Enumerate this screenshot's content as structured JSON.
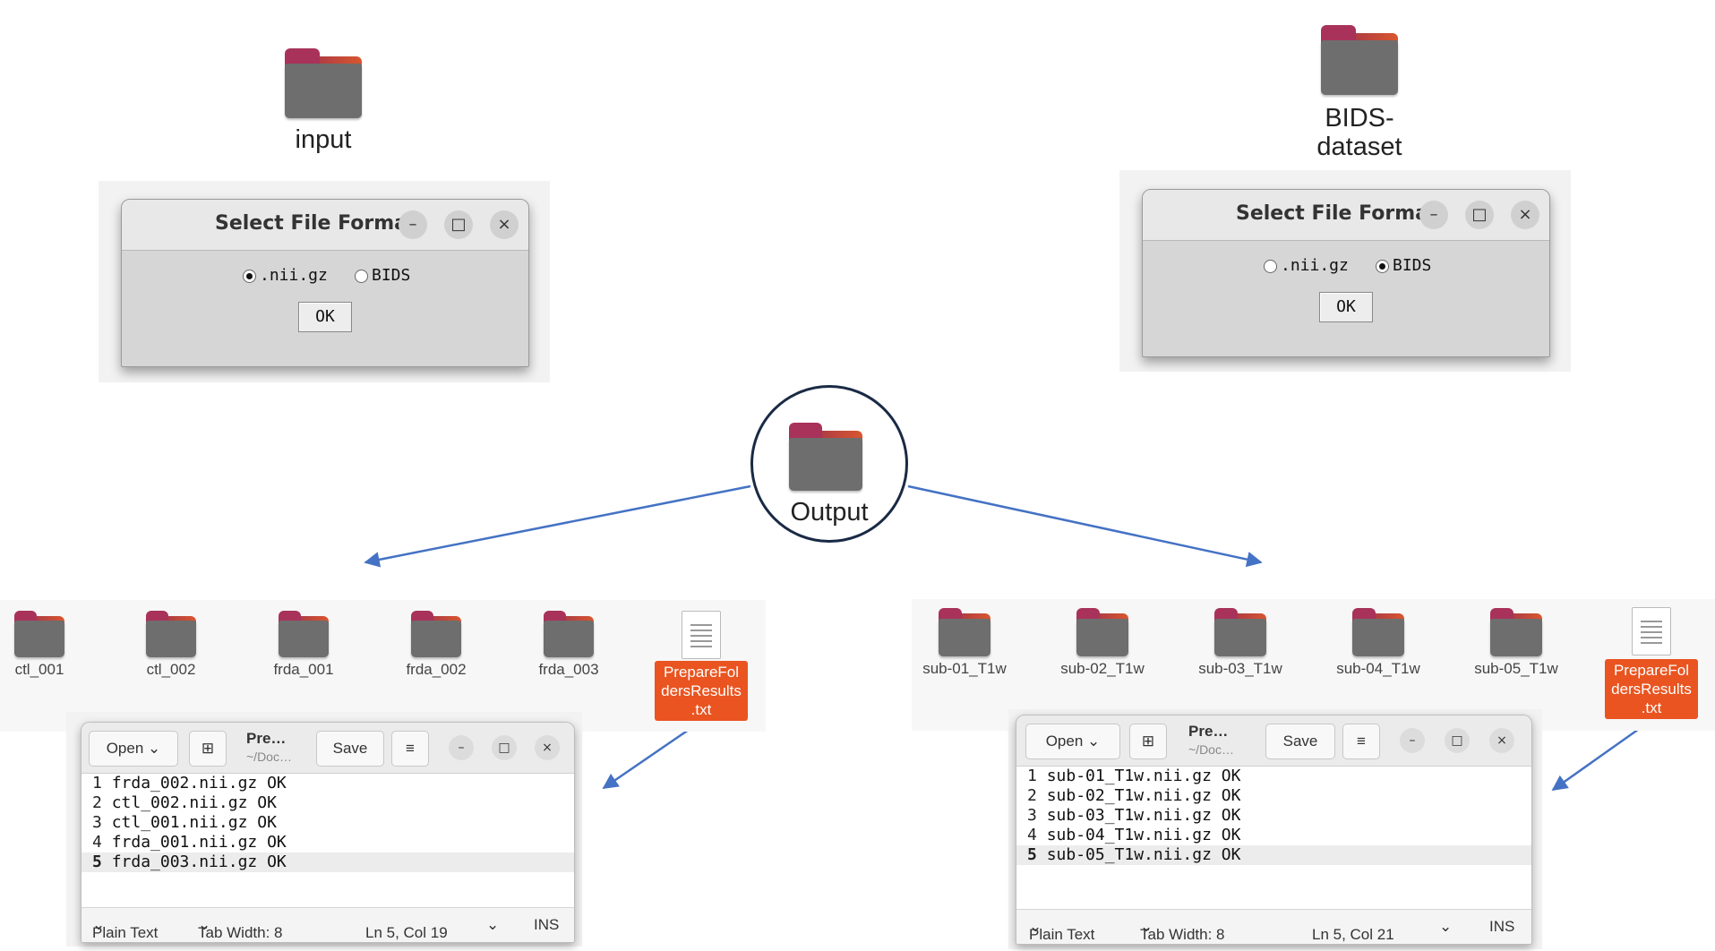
{
  "top_left": {
    "folder_label": "input",
    "dialog": {
      "title": "Select File Format",
      "options": [
        ".nii.gz",
        "BIDS"
      ],
      "selected": ".nii.gz",
      "ok": "OK",
      "minimize": "–",
      "maximize": "□",
      "close": "×"
    }
  },
  "top_right": {
    "folder_label_line1": "BIDS-",
    "folder_label_line2": "dataset",
    "dialog": {
      "title": "Select File Format",
      "options": [
        ".nii.gz",
        "BIDS"
      ],
      "selected": "BIDS",
      "ok": "OK",
      "minimize": "–",
      "maximize": "□",
      "close": "×"
    }
  },
  "center": {
    "label": "Output"
  },
  "left_output": {
    "folders": [
      "ctl_001",
      "ctl_002",
      "frda_001",
      "frda_002",
      "frda_003"
    ],
    "file_label_lines": [
      "PrepareFol",
      "dersResults",
      ".txt"
    ],
    "editor": {
      "open": "Open",
      "title": "Pre…",
      "subtitle": "~/Doc…",
      "save": "Save",
      "lines": [
        "frda_002.nii.gz OK",
        "ctl_002.nii.gz OK",
        "ctl_001.nii.gz OK",
        "frda_001.nii.gz OK",
        "frda_003.nii.gz OK"
      ],
      "current_line": 5,
      "footer": {
        "mode": "Plain Text",
        "tab": "Tab Width: 8",
        "pos": "Ln 5, Col 19",
        "ins": "INS"
      }
    }
  },
  "right_output": {
    "folders": [
      "sub-01_T1w",
      "sub-02_T1w",
      "sub-03_T1w",
      "sub-04_T1w",
      "sub-05_T1w"
    ],
    "file_label_lines": [
      "PrepareFol",
      "dersResults",
      ".txt"
    ],
    "editor": {
      "open": "Open",
      "title": "Pre…",
      "subtitle": "~/Doc…",
      "save": "Save",
      "lines": [
        "sub-01_T1w.nii.gz OK",
        "sub-02_T1w.nii.gz OK",
        "sub-03_T1w.nii.gz OK",
        "sub-04_T1w.nii.gz OK",
        "sub-05_T1w.nii.gz OK"
      ],
      "current_line": 5,
      "footer": {
        "mode": "Plain Text",
        "tab": "Tab Width: 8",
        "pos": "Ln 5, Col 21",
        "ins": "INS"
      }
    }
  },
  "icons": {
    "folder": "folder-icon",
    "text_file": "text-file-icon",
    "arrow": "arrow-icon"
  },
  "colors": {
    "accent": "#e95420",
    "arrow": "#4472c4",
    "circle": "#1a2a45"
  }
}
